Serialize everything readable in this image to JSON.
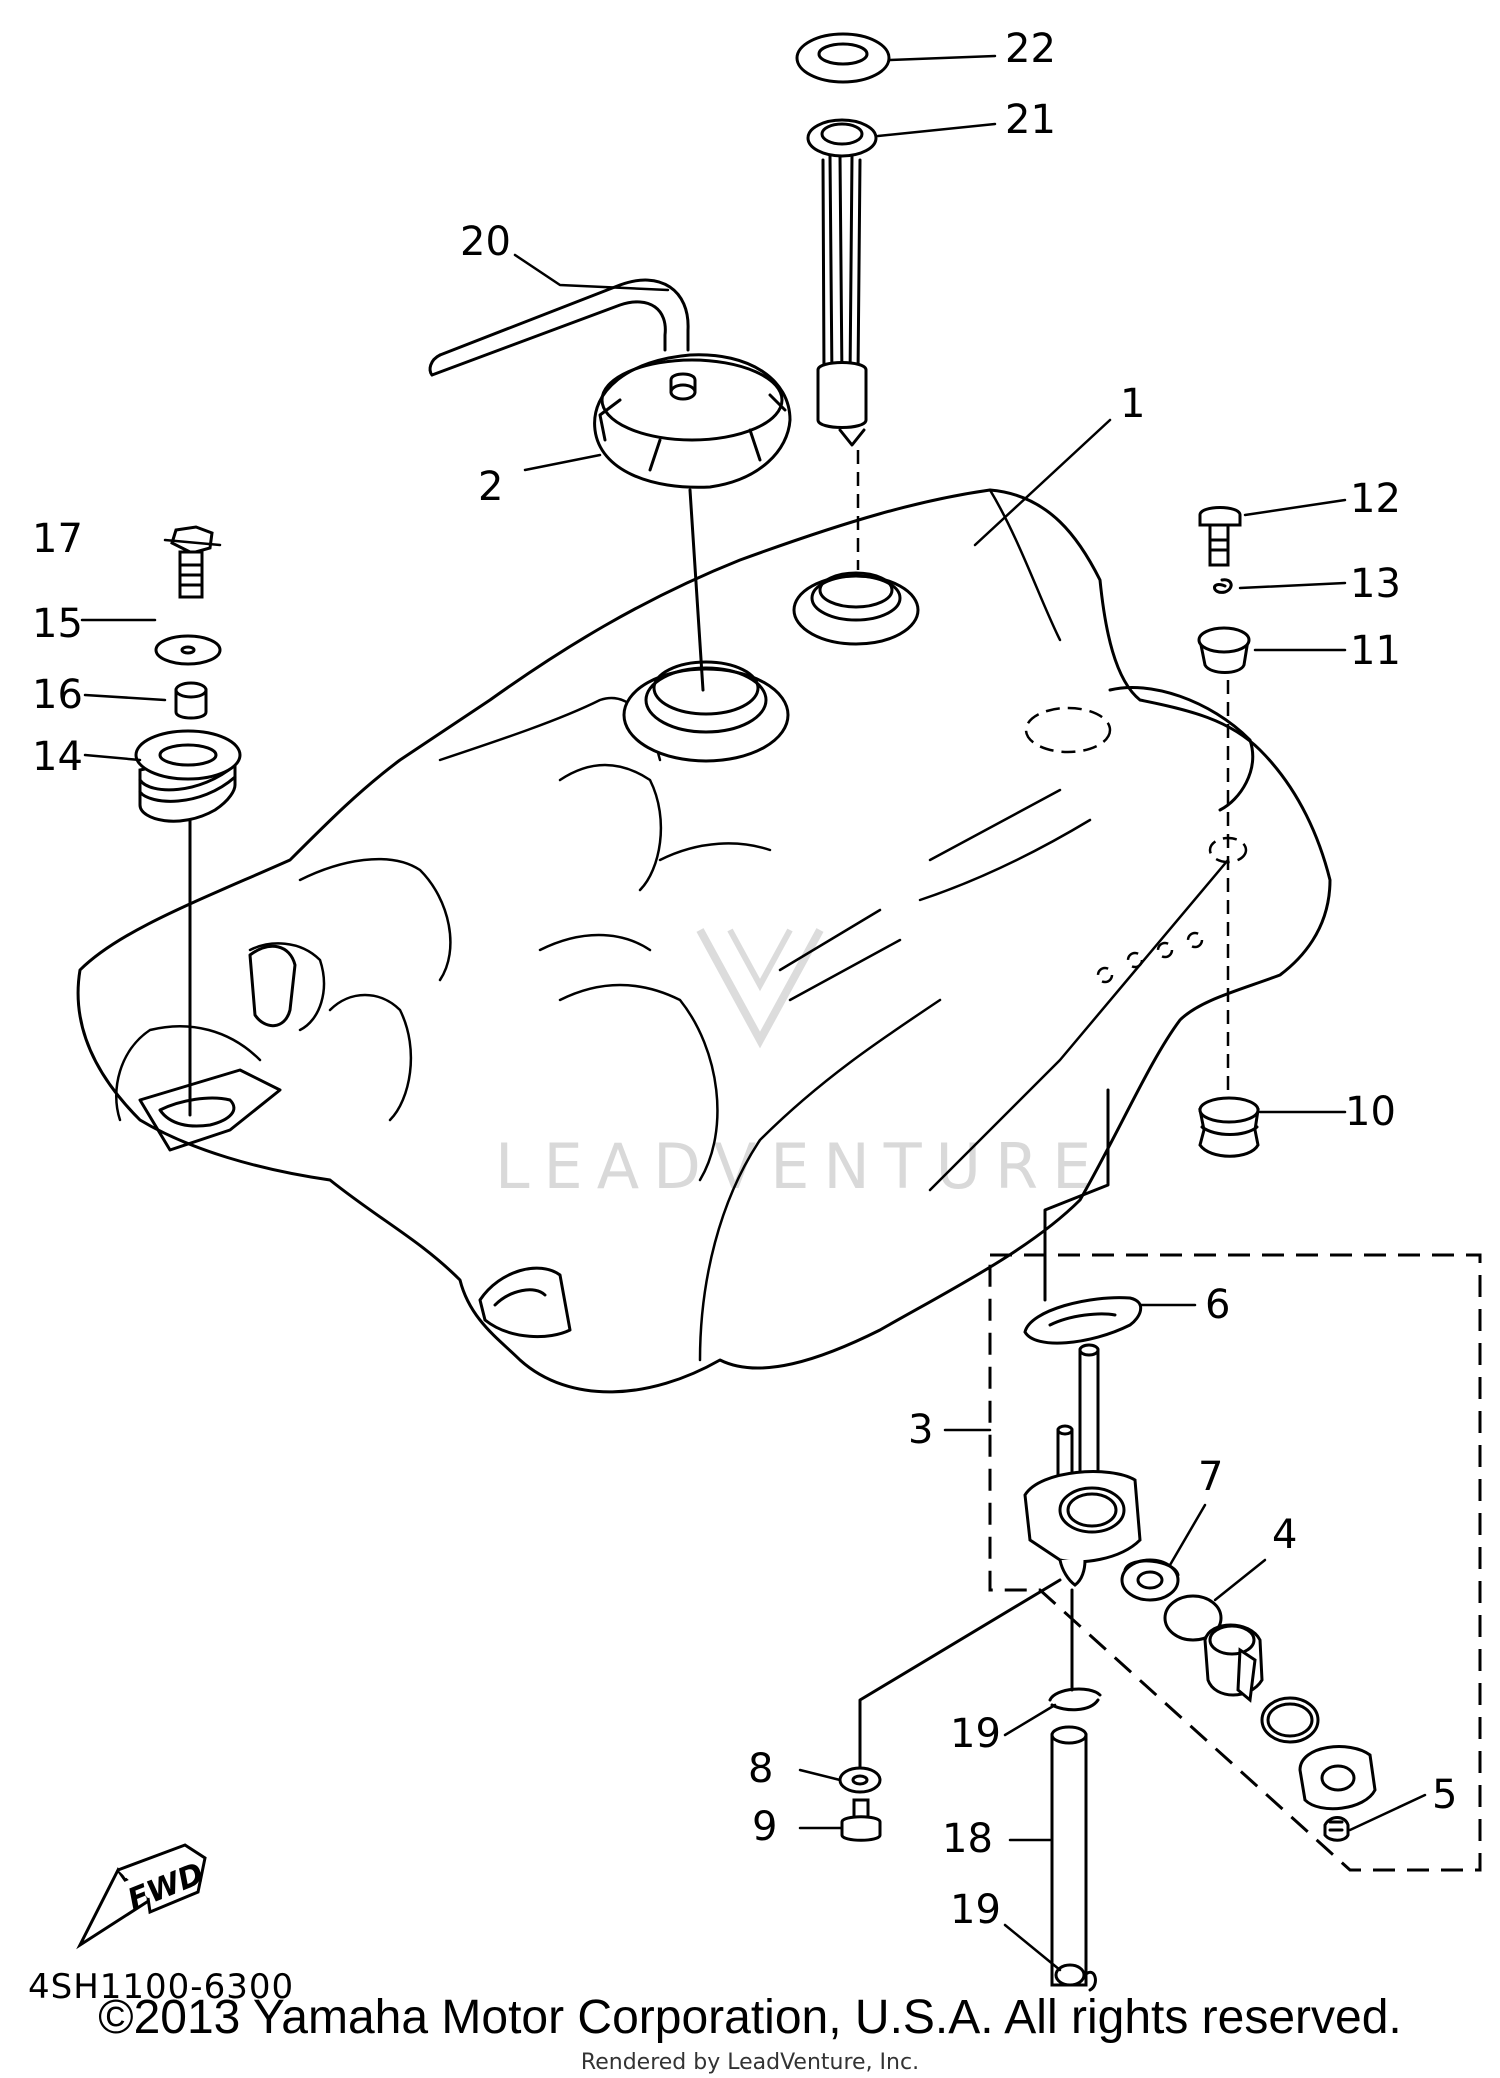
{
  "diagram": {
    "callouts": {
      "c1": "1",
      "c2": "2",
      "c3": "3",
      "c4": "4",
      "c5": "5",
      "c6": "6",
      "c7": "7",
      "c8": "8",
      "c9": "9",
      "c10": "10",
      "c11": "11",
      "c12": "12",
      "c13": "13",
      "c14": "14",
      "c15": "15",
      "c16": "16",
      "c17": "17",
      "c18": "18",
      "c19a": "19",
      "c19b": "19",
      "c20": "20",
      "c21": "21",
      "c22": "22"
    },
    "fwd_label": "FWD",
    "diagram_code": "4SH1100-6300",
    "watermark": "LEADVENTURE"
  },
  "footer": {
    "copyright": "©2013 Yamaha Motor Corporation, U.S.A. All rights reserved.",
    "rendered_by": "Rendered by LeadVenture, Inc."
  }
}
